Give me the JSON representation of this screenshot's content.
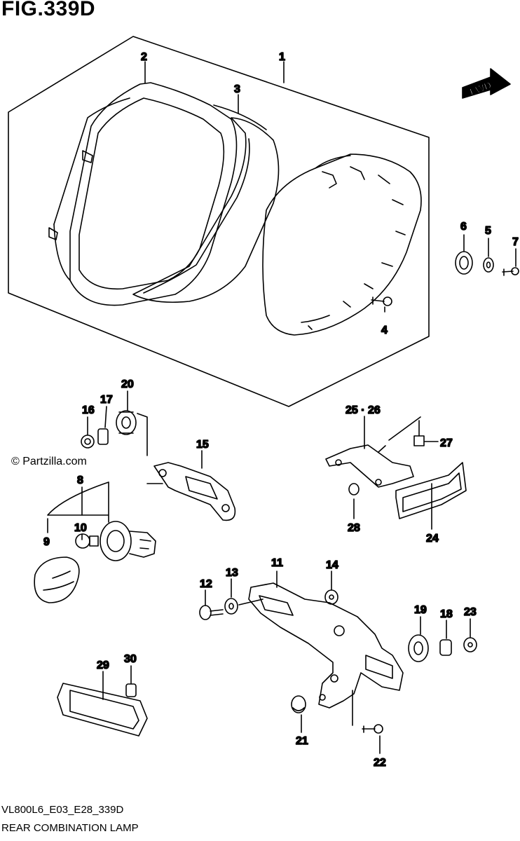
{
  "figure": {
    "title": "FIG.339D",
    "watermark": "© Partzilla.com",
    "code": "VL800L6_E03_E28_339D",
    "caption": "REAR COMBINATION LAMP",
    "fwd_label": "FWD"
  },
  "callouts": {
    "c1": "1",
    "c2": "2",
    "c3": "3",
    "c4": "4",
    "c5": "5",
    "c6": "6",
    "c7": "7",
    "c8": "8",
    "c9": "9",
    "c10": "10",
    "c11": "11",
    "c12": "12",
    "c13": "13",
    "c14": "14",
    "c15": "15",
    "c16": "16",
    "c17": "17",
    "c18": "18",
    "c19": "19",
    "c20": "20",
    "c21": "21",
    "c22": "22",
    "c23": "23",
    "c24": "24",
    "c2526": "25 · 26",
    "c27": "27",
    "c28": "28",
    "c29": "29",
    "c30": "30"
  }
}
